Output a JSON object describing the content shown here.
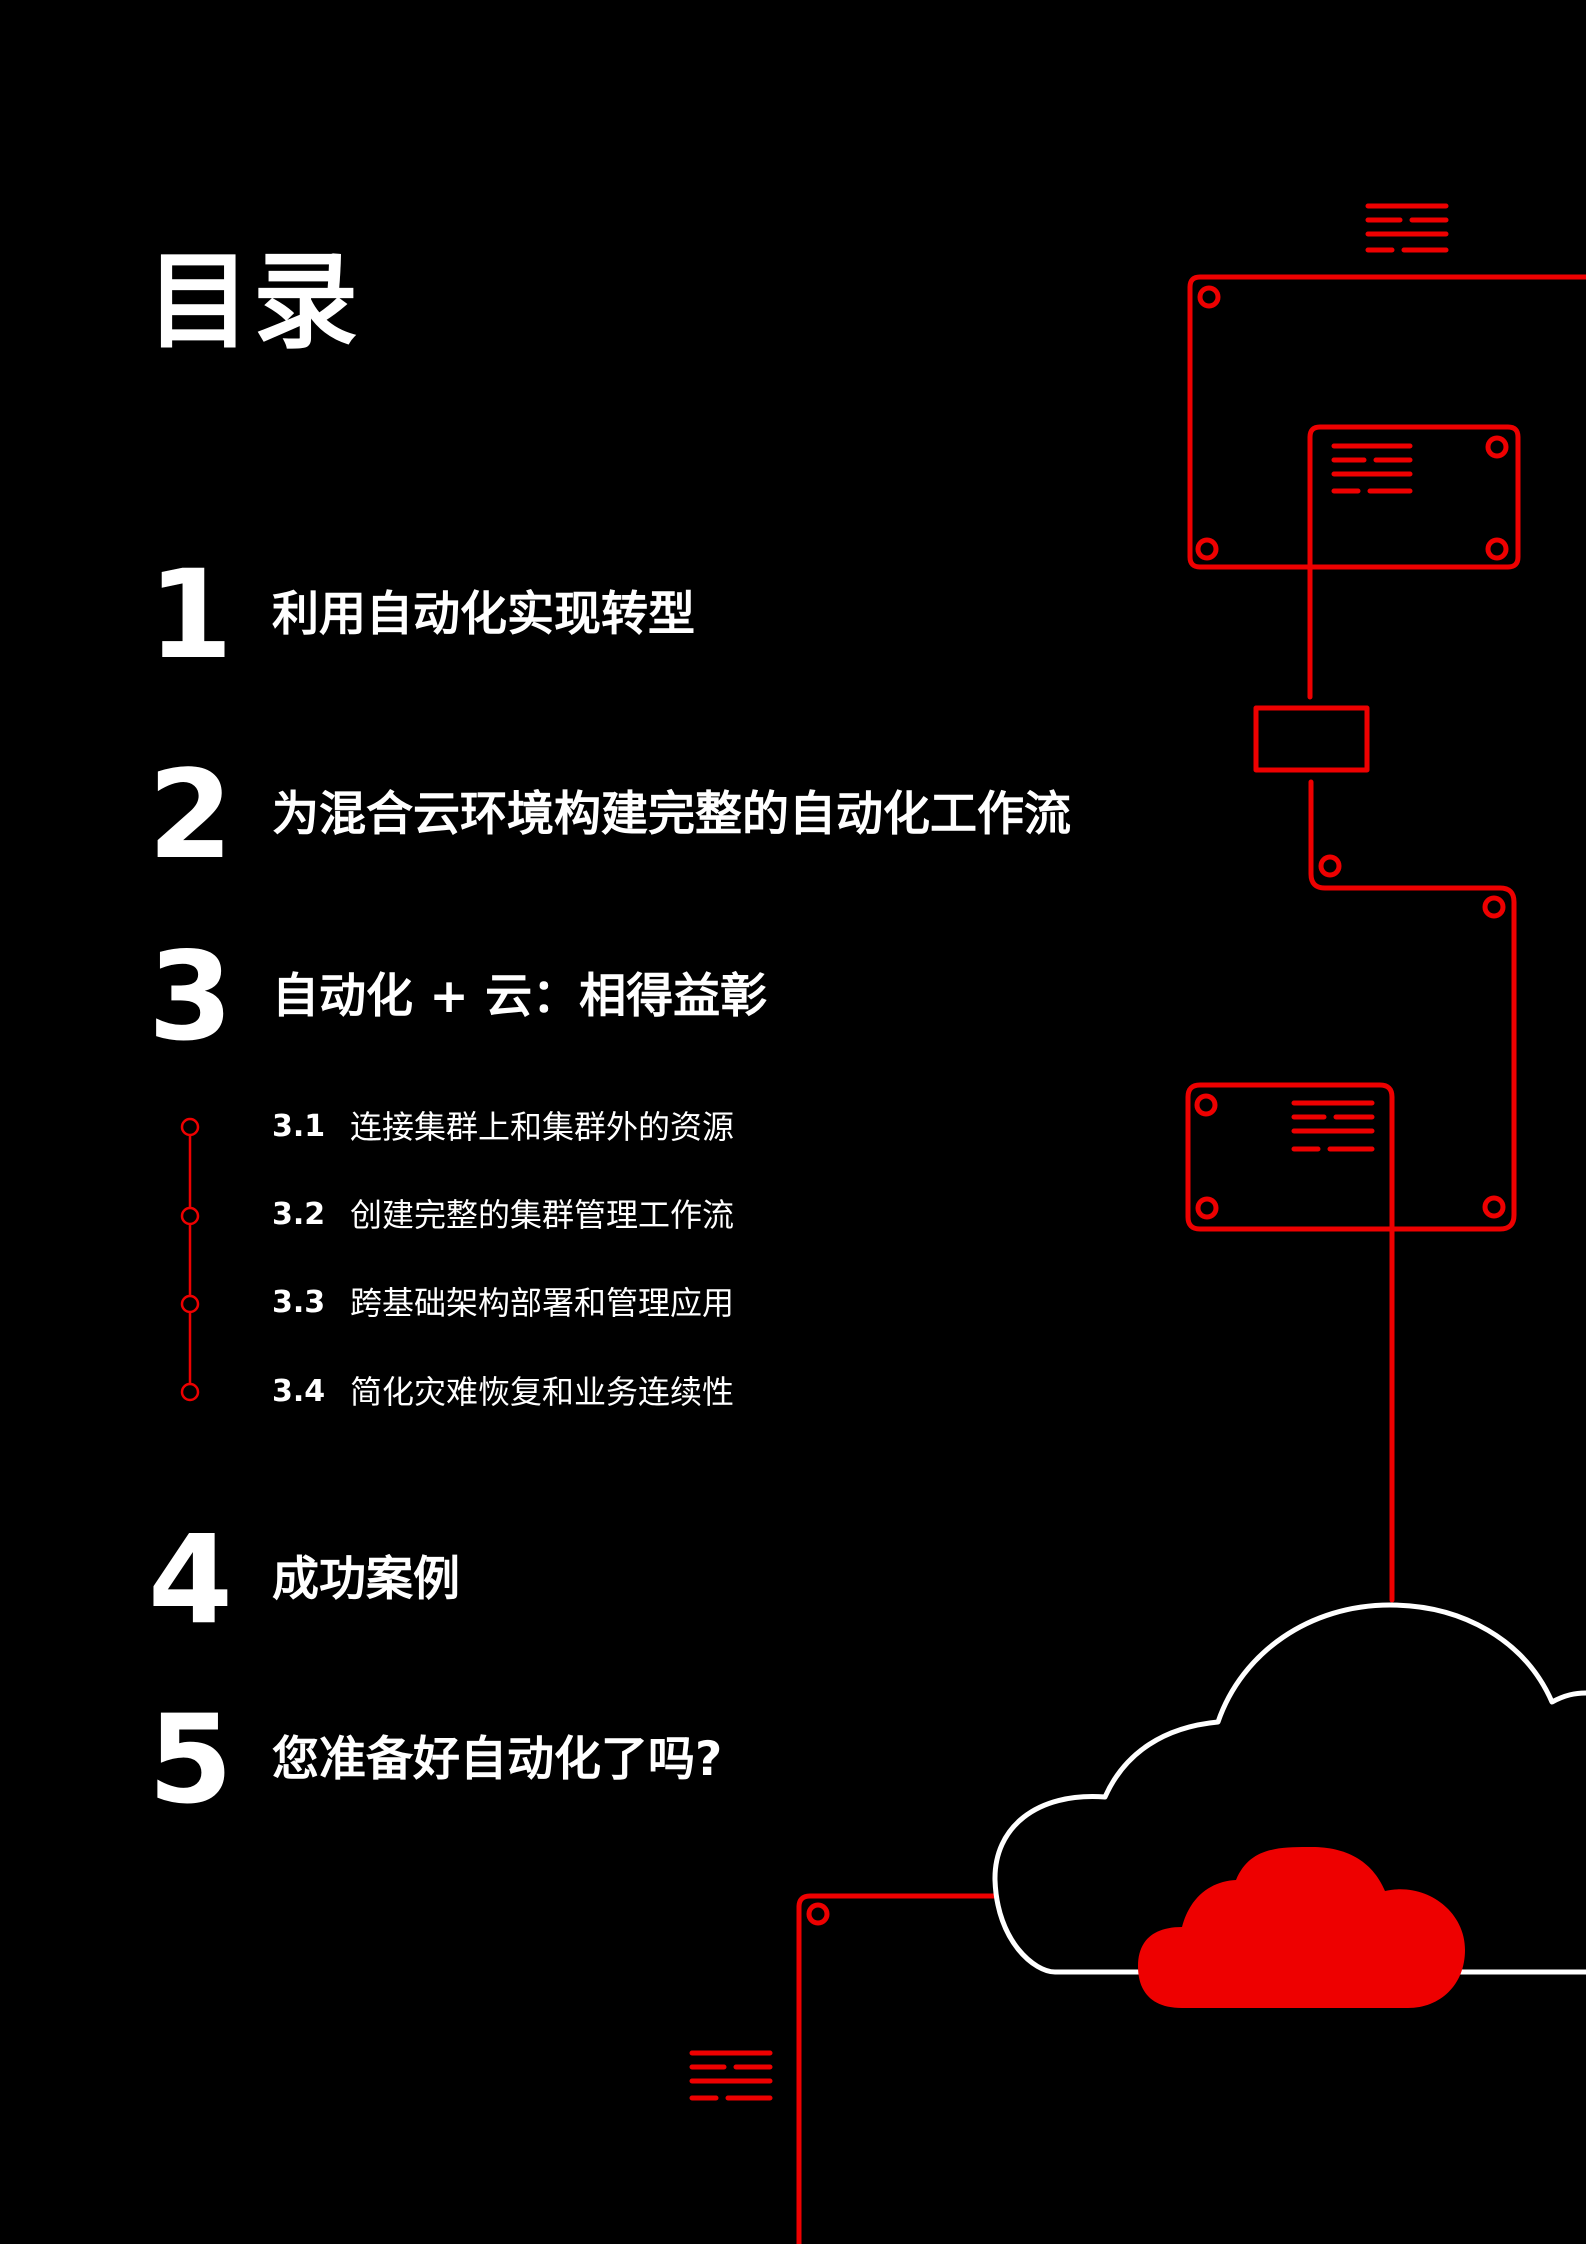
{
  "title": "目录",
  "accent_color": "#ee0000",
  "entries": [
    {
      "num": "1",
      "label": "利用自动化实现转型"
    },
    {
      "num": "2",
      "label": "为混合云环境构建完整的自动化工作流"
    },
    {
      "num": "3",
      "label": "自动化 + 云：相得益彰"
    },
    {
      "num": "4",
      "label": "成功案例"
    },
    {
      "num": "5",
      "label": "您准备好自动化了吗?"
    }
  ],
  "subentries": [
    {
      "num": "3.1",
      "label": "连接集群上和集群外的资源"
    },
    {
      "num": "3.2",
      "label": "创建完整的集群管理工作流"
    },
    {
      "num": "3.3",
      "label": "跨基础架构部署和管理应用"
    },
    {
      "num": "3.4",
      "label": "简化灾难恢复和业务连续性"
    }
  ]
}
